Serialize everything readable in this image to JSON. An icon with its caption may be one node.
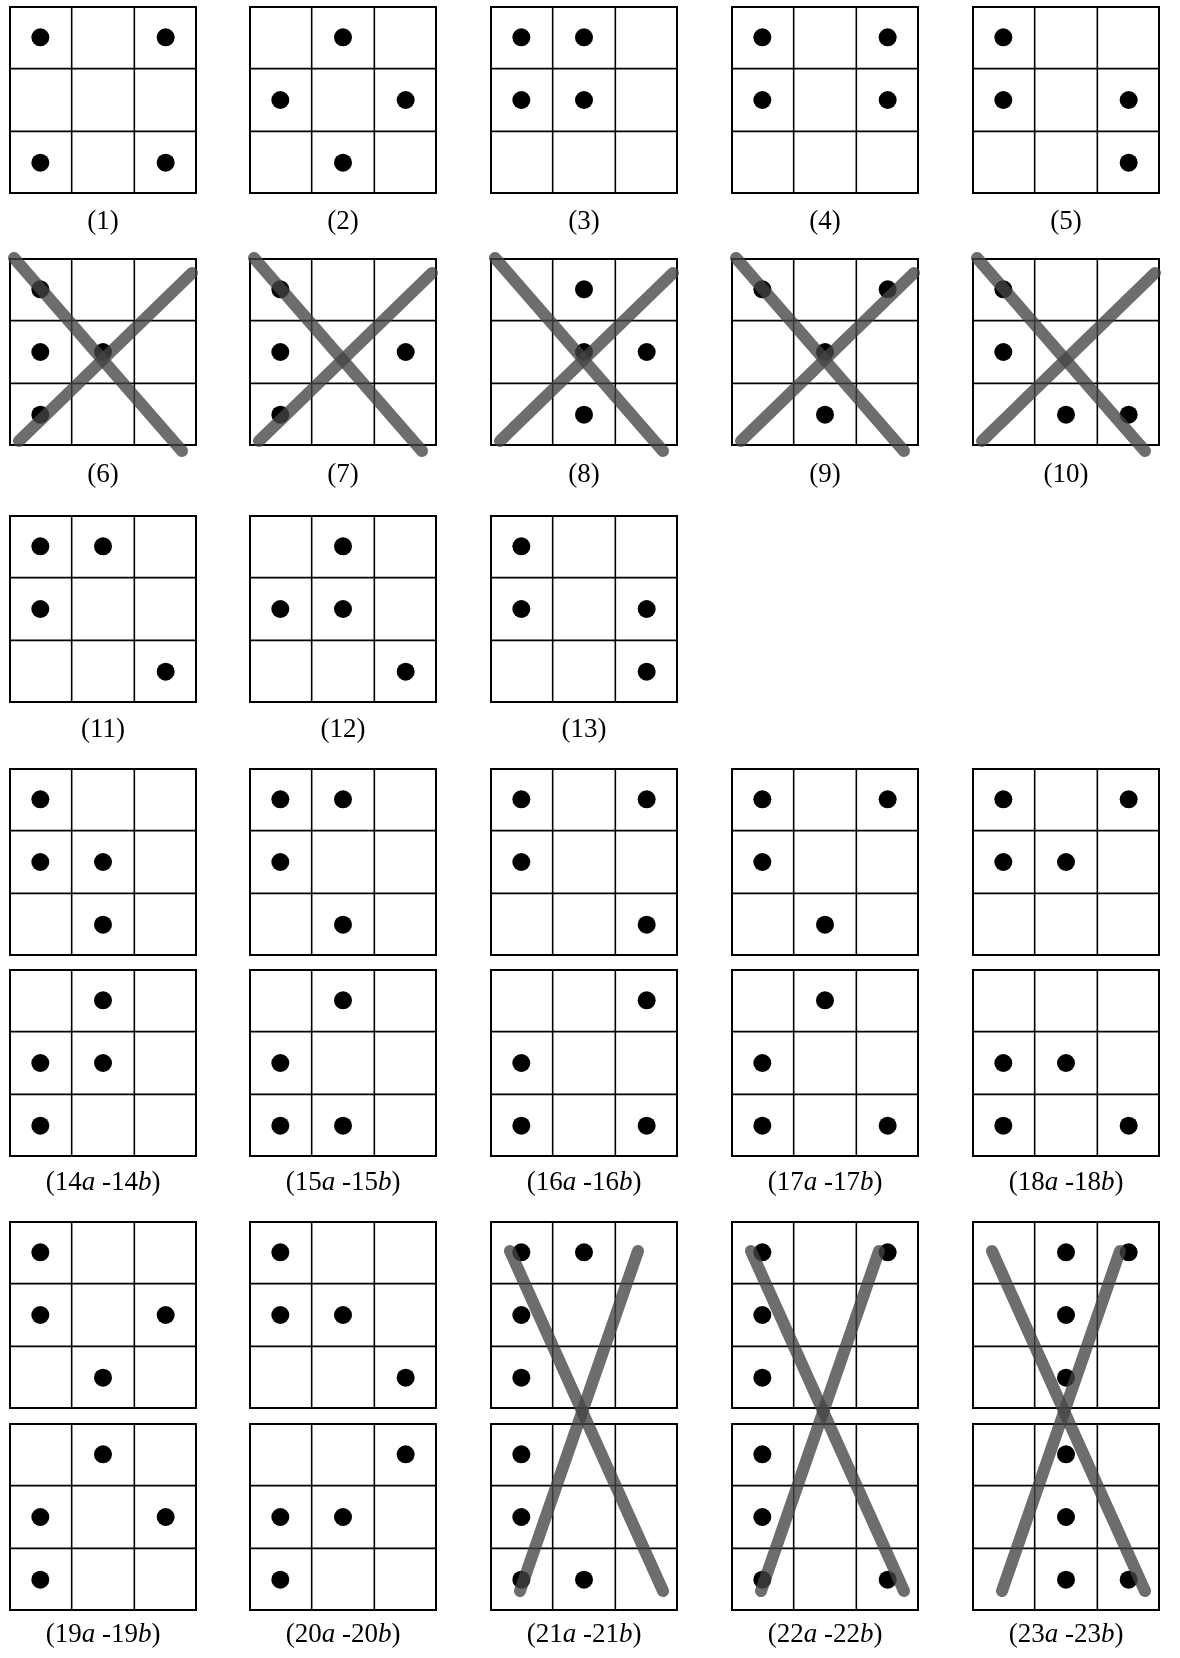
{
  "diagram": {
    "labels": [
      "(1)",
      "(2)",
      "(3)",
      "(4)",
      "(5)",
      "(6)",
      "(7)",
      "(8)",
      "(9)",
      "(10)",
      "(11)",
      "(12)",
      "(13)",
      "(14a -14b)",
      "(15a -15b)",
      "(16a -16b)",
      "(17a -17b)",
      "(18a -18b)",
      "(19a -19b)",
      "(20a -20b)",
      "(21a -21b)",
      "(22a -22b)",
      "(23a -23b)"
    ]
  }
}
